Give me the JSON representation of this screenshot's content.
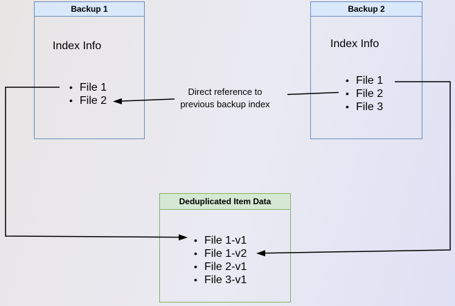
{
  "colors": {
    "bg_left": "#e8e5e4",
    "bg_mid": "#eaeaf3",
    "bg_right": "#dfe1f4",
    "blue_fill": "#dae8fc",
    "blue_border": "#6c8ebf",
    "green_fill": "#d5e8d4",
    "green_border": "#82b366",
    "line": "#000000"
  },
  "backup1": {
    "title": "Backup 1",
    "subtitle": "Index Info",
    "files": [
      "File 1",
      "File 2"
    ]
  },
  "backup2": {
    "title": "Backup 2",
    "subtitle": "Index Info",
    "files": [
      "File 1",
      "File 2",
      "File 3"
    ]
  },
  "dedup": {
    "title": "Deduplicated Item Data",
    "items": [
      "File 1-v1",
      "File 1-v2",
      "File 2-v1",
      "File 3-v1"
    ]
  },
  "annotation": {
    "line1": "Direct reference to",
    "line2": "previous backup index"
  }
}
